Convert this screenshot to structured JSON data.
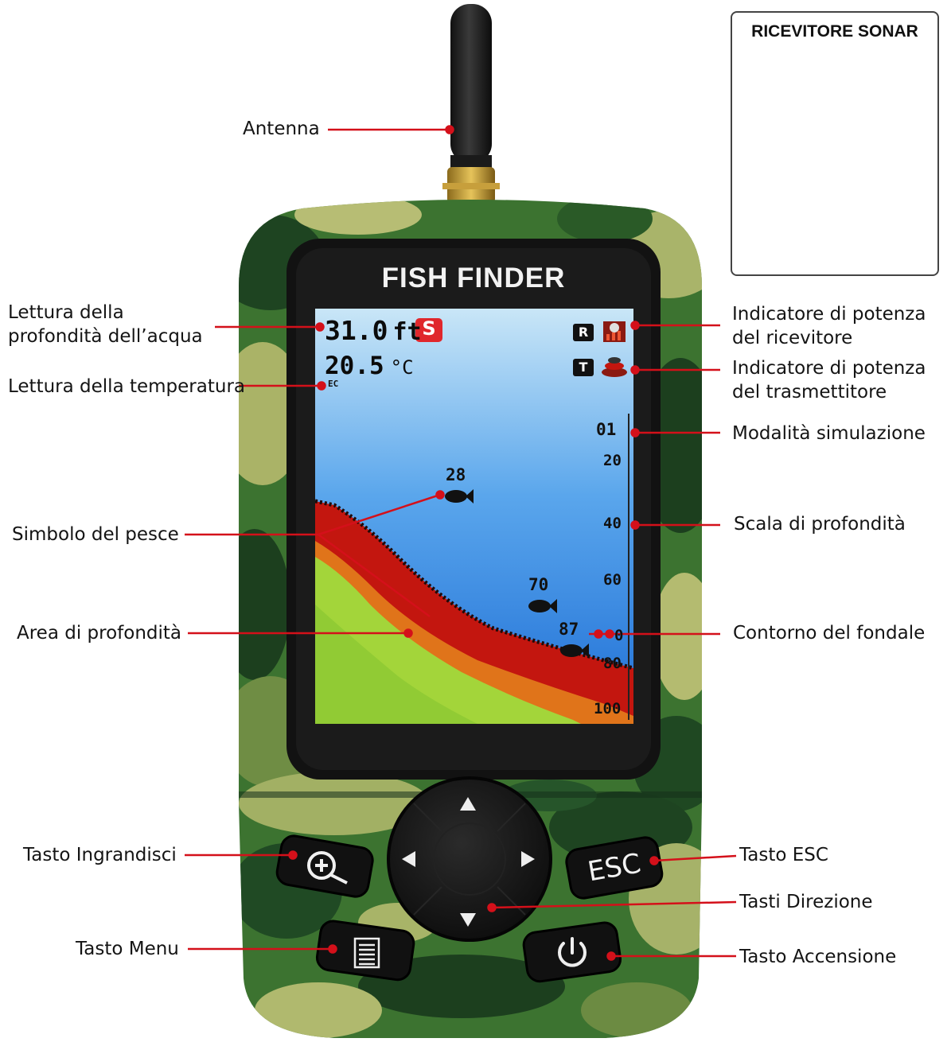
{
  "device": {
    "brand_label": "FISH FINDER",
    "screen": {
      "depth": "31.0",
      "depth_unit": "ft",
      "mode_badge": "S",
      "temperature": "20.5",
      "temperature_unit": "°C",
      "small_label": "EC",
      "receiver_badge": "R",
      "transmitter_badge": "T",
      "sim_label": "01",
      "fish_depths": [
        "28",
        "70",
        "87"
      ],
      "scale_ticks": [
        "20",
        "40",
        "60",
        "0",
        "80",
        "100"
      ]
    },
    "buttons": {
      "esc_label": "ESC"
    }
  },
  "inset": {
    "title": "RICEVITORE SONAR"
  },
  "callouts": {
    "antenna": "Antenna",
    "water_depth": [
      "Lettura della",
      "profondità dell’acqua"
    ],
    "temperature": "Lettura della temperatura",
    "fish_symbol": "Simbolo del pesce",
    "depth_area": "Area di profondità",
    "zoom_key": "Tasto Ingrandisci",
    "menu_key": "Tasto Menu",
    "receiver_power": [
      "Indicatore di potenza",
      "del ricevitore"
    ],
    "transmitter_power": [
      "Indicatore di potenza",
      "del trasmettitore"
    ],
    "simulation_mode": "Modalità simulazione",
    "depth_scale": "Scala di profondità",
    "bottom_contour": "Contorno del fondale",
    "esc_key": "Tasto ESC",
    "direction_keys": "Tasti Direzione",
    "power_key": "Tasto Accensione"
  },
  "colors": {
    "callout_line": "#d4101a",
    "camo_dark": "#1f4a22",
    "camo_mid": "#3f7a2e",
    "camo_light": "#a8b56a",
    "water_top": "#bfe0f5",
    "water_bottom": "#2a7ad8",
    "bottom_red": "#c0150e",
    "bottom_green": "#9fd23a"
  }
}
